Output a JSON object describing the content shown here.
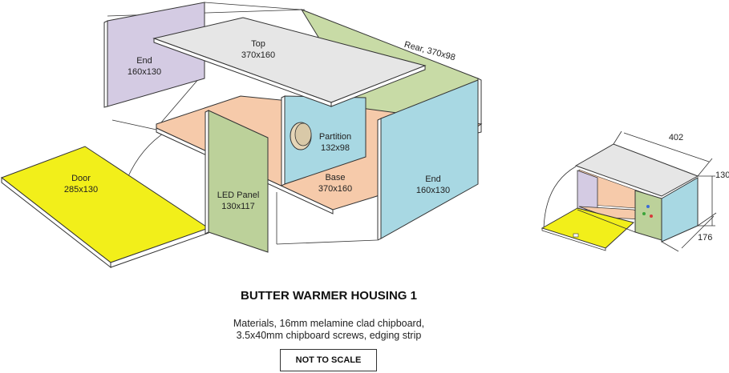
{
  "panels": {
    "end_left": {
      "name": "End",
      "dims": "160x130",
      "color": "#d4cbe3"
    },
    "top": {
      "name": "Top",
      "dims": "370x160",
      "color": "#e6e6e6"
    },
    "rear": {
      "name": "Rear, 370x98",
      "color": "#c8dba6"
    },
    "partition": {
      "name": "Partition",
      "dims": "132x98",
      "color": "#a8d8e3"
    },
    "base": {
      "name": "Base",
      "dims": "370x160",
      "color": "#f6caaa"
    },
    "door": {
      "name": "Door",
      "dims": "285x130",
      "color": "#f2ef1a"
    },
    "led_panel": {
      "name": "LED Panel",
      "dims": "130x117",
      "color": "#bcd19a"
    },
    "end_right": {
      "name": "End",
      "dims": "160x130",
      "color": "#a8d8e3"
    }
  },
  "dimensions": {
    "length": "402",
    "height": "130",
    "depth": "176"
  },
  "title": "BUTTER WARMER HOUSING 1",
  "materials": {
    "line1": "Materials, 16mm melamine clad chipboard,",
    "line2": "3.5x40mm chipboard screws, edging strip"
  },
  "scale_note": "NOT TO SCALE"
}
